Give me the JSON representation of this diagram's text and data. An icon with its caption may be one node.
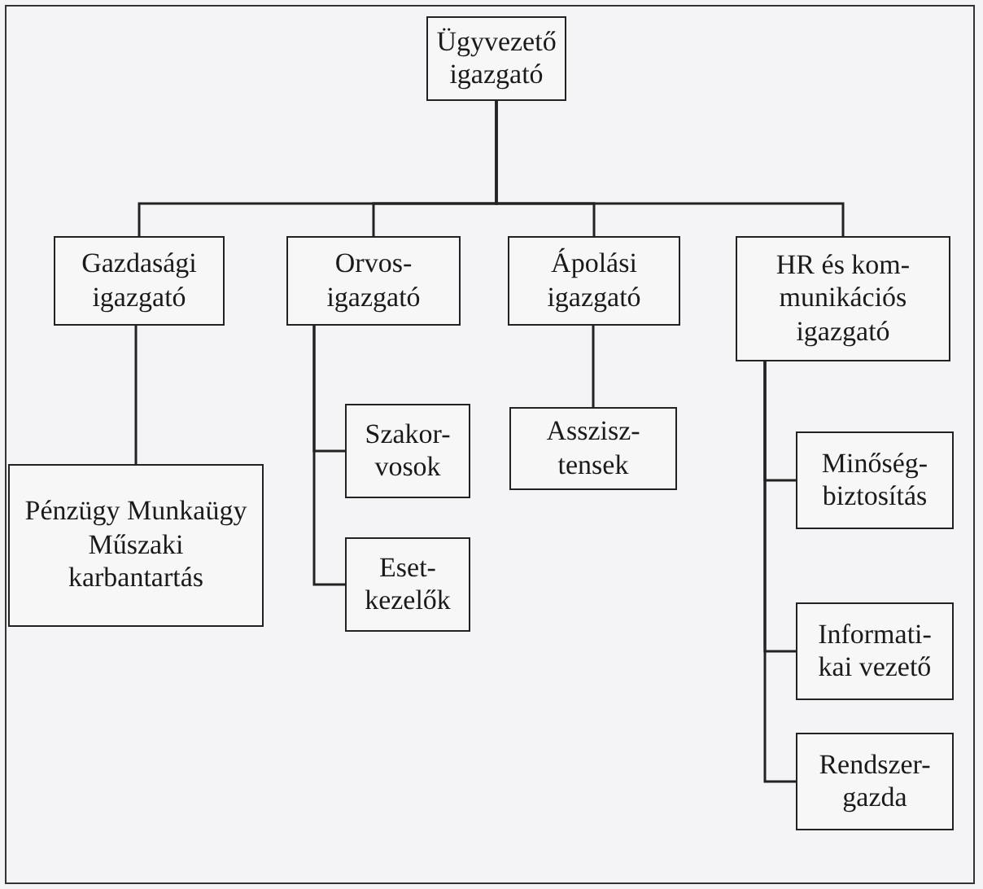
{
  "diagram": {
    "nodes": [
      {
        "text": [
          "Ügyvezető igazgató"
        ]
      },
      {
        "text": [
          "Gazdasági igazgató"
        ]
      },
      {
        "text": [
          "Orvos-igazgató"
        ]
      },
      {
        "text": [
          "Ápolási igazgató"
        ]
      },
      {
        "text": [
          "HR és kom-munikációs igazgató"
        ]
      },
      {
        "text": [
          "Pénzügy Munkaügy Műszaki karbantartás"
        ]
      },
      {
        "text": [
          "Szakor-vosok"
        ]
      },
      {
        "text": [
          "Eset-kezelők"
        ]
      },
      {
        "text": [
          "Asszisz-tensek"
        ]
      },
      {
        "text": [
          "Minőség-biztosítás"
        ]
      },
      {
        "text": [
          "Informati-kai vezető"
        ]
      },
      {
        "text": [
          "Rendszer-gazda"
        ]
      }
    ],
    "edges": [
      {
        "from": 0,
        "to": 1,
        "arrow": "none"
      },
      {
        "from": 0,
        "to": 2,
        "arrow": "none"
      },
      {
        "from": 0,
        "to": 3,
        "arrow": "none"
      },
      {
        "from": 0,
        "to": 4,
        "arrow": "none"
      },
      {
        "from": 1,
        "to": 5,
        "arrow": "none"
      },
      {
        "from": 2,
        "to": 6,
        "arrow": "none"
      },
      {
        "from": 2,
        "to": 7,
        "arrow": "none"
      },
      {
        "from": 3,
        "to": 8,
        "arrow": "none"
      },
      {
        "from": 4,
        "to": 9,
        "arrow": "none"
      },
      {
        "from": 4,
        "to": 10,
        "arrow": "none"
      },
      {
        "from": 4,
        "to": 11,
        "arrow": "none"
      }
    ]
  }
}
